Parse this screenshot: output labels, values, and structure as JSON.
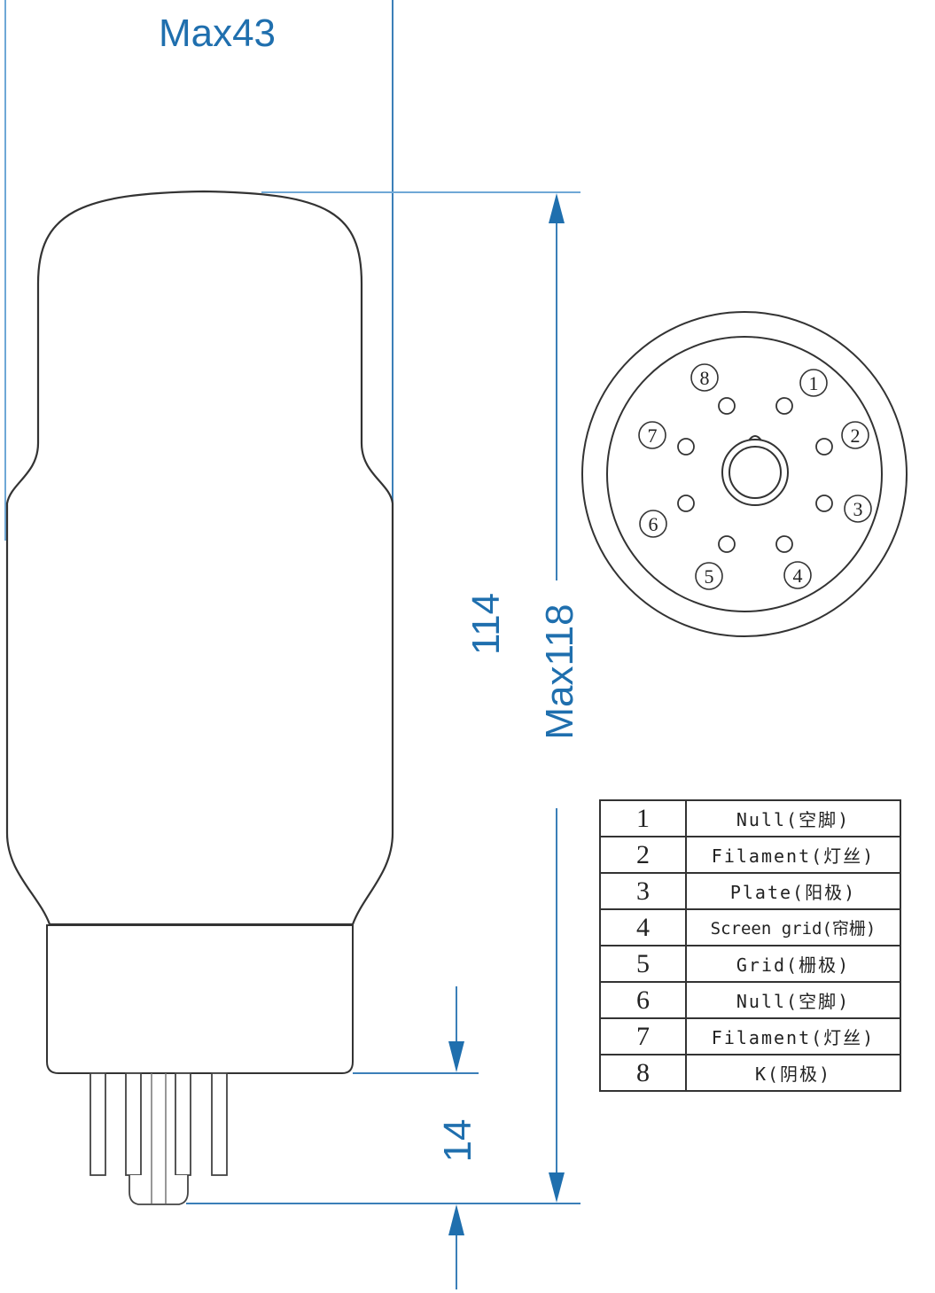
{
  "diagram": {
    "type": "vacuum-tube-dimension-drawing",
    "colors": {
      "dimension": "#1f6fae",
      "outline": "#333333",
      "background": "#ffffff"
    },
    "dimensions": {
      "width_label": "Max43",
      "body_height_label": "114",
      "overall_height_label": "Max118",
      "pin_length_label": "14"
    },
    "base_view": {
      "pins": [
        {
          "number": "1"
        },
        {
          "number": "2"
        },
        {
          "number": "3"
        },
        {
          "number": "4"
        },
        {
          "number": "5"
        },
        {
          "number": "6"
        },
        {
          "number": "7"
        },
        {
          "number": "8"
        }
      ]
    },
    "pin_table": {
      "rows": [
        {
          "pin": "1",
          "function": "Null(空脚)"
        },
        {
          "pin": "2",
          "function": "Filament(灯丝)"
        },
        {
          "pin": "3",
          "function": "Plate(阳极)"
        },
        {
          "pin": "4",
          "function": "Screen grid(帘栅)"
        },
        {
          "pin": "5",
          "function": "Grid(栅极)"
        },
        {
          "pin": "6",
          "function": "Null(空脚)"
        },
        {
          "pin": "7",
          "function": "Filament(灯丝)"
        },
        {
          "pin": "8",
          "function": "K(阴极)"
        }
      ]
    }
  }
}
